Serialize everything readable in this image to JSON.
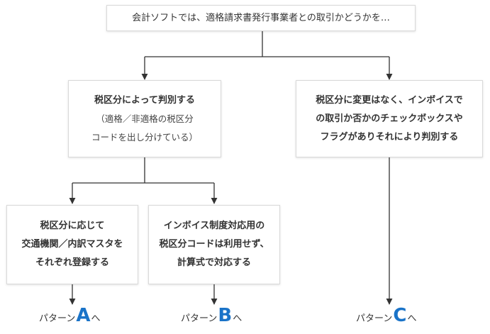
{
  "colors": {
    "accent": "#1a73c8",
    "line": "#333333",
    "border": "#d9d9d9"
  },
  "top_box": {
    "text": "会計ソフトでは、適格請求書発行事業者との取引かどうかを…"
  },
  "left_box": {
    "line1": "税区分によって判別する",
    "line2": "（適格／非適格の税区分",
    "line3": "コードを出し分けている）"
  },
  "right_box": {
    "line1": "税区分に変更はなく、インボイスで",
    "line2": "の取引か否かのチェックボックスや",
    "line3": "フラグがありそれにより判別する"
  },
  "box_a": {
    "line1": "税区分に応じて",
    "line2": "交通機関／内訳マスタを",
    "line3": "それぞれ登録する"
  },
  "box_b": {
    "line1": "インボイス制度対応用の",
    "line2": "税区分コードは利用せず、",
    "line3": "計算式で対応する"
  },
  "patterns": [
    {
      "prefix": "パターン",
      "letter": "A",
      "suffix": "へ"
    },
    {
      "prefix": "パターン",
      "letter": "B",
      "suffix": "へ"
    },
    {
      "prefix": "パターン",
      "letter": "C",
      "suffix": "へ"
    }
  ]
}
